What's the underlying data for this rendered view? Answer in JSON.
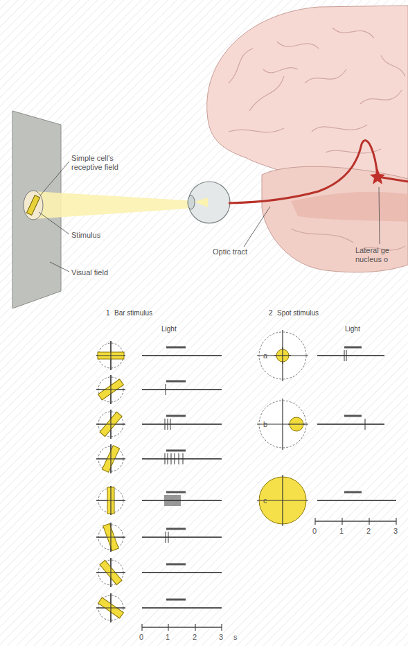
{
  "diagram": {
    "labels": [
      "Simple cell's receptive field",
      "Stimulus",
      "Visual field",
      "Optic tract",
      "Lateral ge nucleus o",
      "1",
      "Bar stimulus",
      "Light",
      "2",
      "Spot stimulus",
      "Light",
      "a",
      "b",
      "c",
      "0",
      "1",
      "2",
      "3",
      "s",
      "0",
      "1",
      "2",
      "3"
    ]
  }
}
